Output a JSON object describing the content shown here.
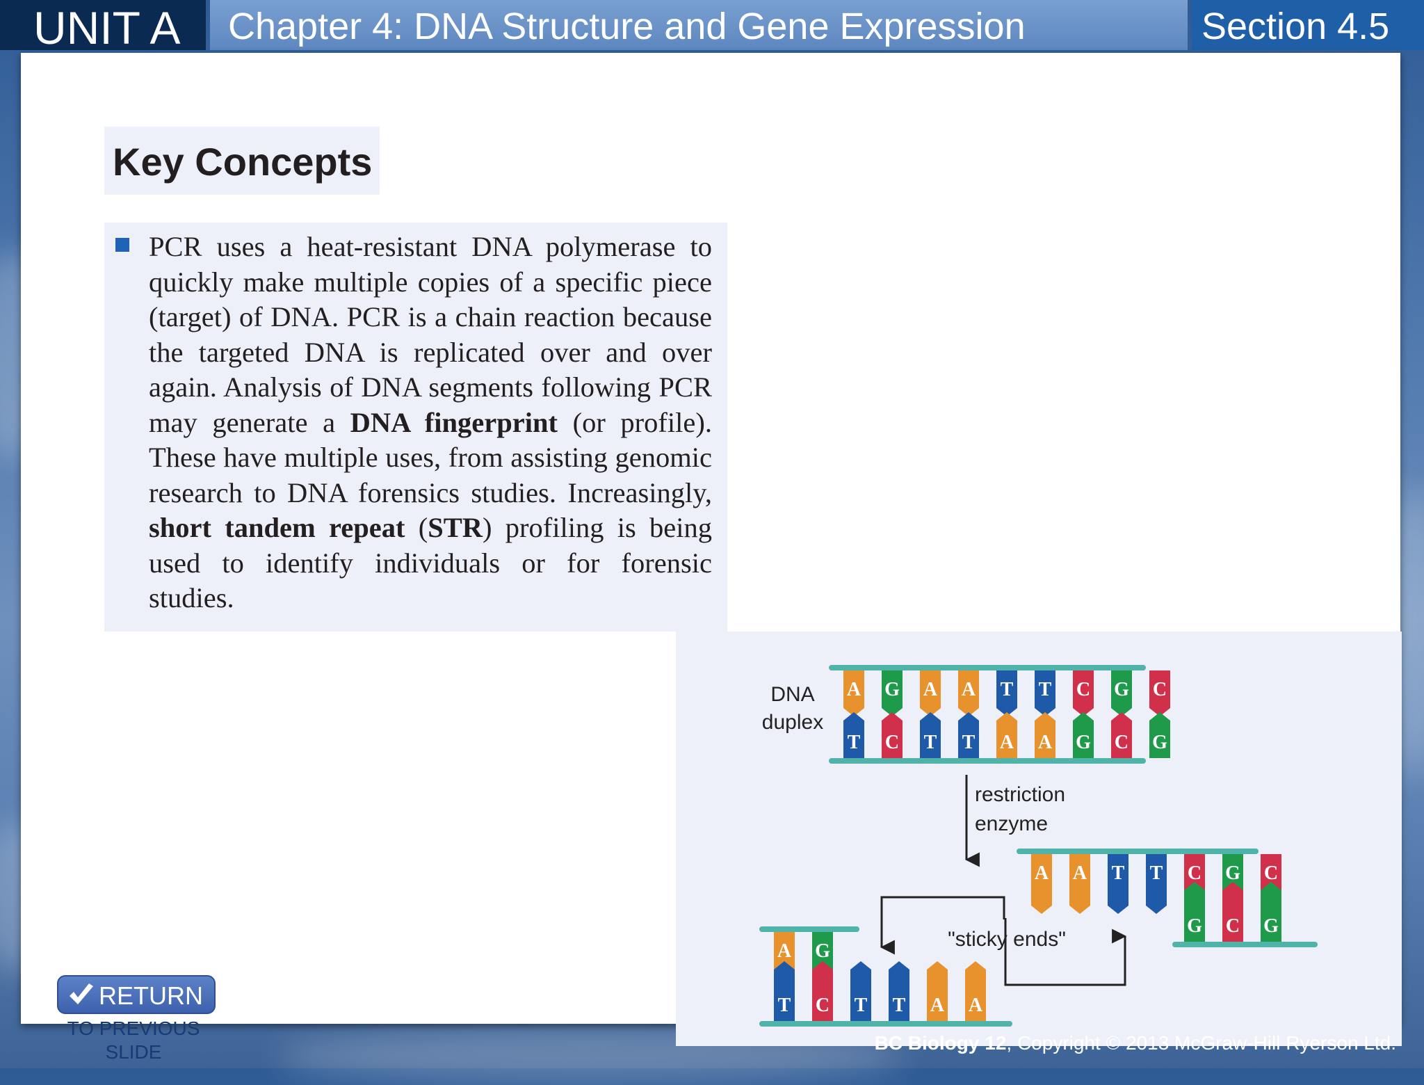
{
  "header": {
    "unit": "UNIT A",
    "chapter": "Chapter 4: DNA Structure and Gene Expression",
    "section": "Section 4.5"
  },
  "key_concepts": {
    "title": "Key Concepts",
    "paragraph": [
      {
        "text": "PCR uses a heat-resistant DNA polymerase to quickly make multiple copies of a specific piece (target) of DNA. PCR is a chain reaction because the targeted DNA is replicated over and over again. Analysis of DNA segments following PCR may generate a ",
        "bold": false
      },
      {
        "text": "DNA fingerprint",
        "bold": true
      },
      {
        "text": " (or profile). These have multiple uses, from assisting genomic research to DNA forensics studies. Increasingly, ",
        "bold": false
      },
      {
        "text": "short tandem repeat",
        "bold": true
      },
      {
        "text": " (",
        "bold": false
      },
      {
        "text": "STR",
        "bold": true
      },
      {
        "text": ") profiling is being used to identify individuals or for forensic studies.",
        "bold": false
      }
    ]
  },
  "figure": {
    "label_duplex_line1": "DNA",
    "label_duplex_line2": "duplex",
    "label_enzyme_line1": "restriction",
    "label_enzyme_line2": "enzyme",
    "label_sticky": "\"sticky ends\"",
    "duplex_top": [
      "A",
      "G",
      "A",
      "A",
      "T",
      "T",
      "C",
      "G",
      "C"
    ],
    "duplex_bottom": [
      "T",
      "C",
      "T",
      "T",
      "A",
      "A",
      "G",
      "C",
      "G"
    ],
    "right_fragment_top": [
      "A",
      "A",
      "T",
      "T",
      "C",
      "G",
      "C"
    ],
    "right_fragment_bottom": [
      "G",
      "C",
      "G"
    ],
    "left_fragment_top": [
      "A",
      "G"
    ],
    "left_fragment_bottom": [
      "T",
      "C",
      "T",
      "T",
      "A",
      "A"
    ],
    "base_colors": {
      "A": "#e8922e",
      "T": "#1f5aa8",
      "G": "#1f9a4a",
      "C": "#d0304a"
    },
    "backbone_color": "#4fb3a9"
  },
  "return_button": {
    "label": "RETURN",
    "sub_line1": "TO PREVIOUS",
    "sub_line2": "SLIDE"
  },
  "footer": {
    "title": "BC Biology 12",
    "copyright": ", Copyright © 2013 McGraw-Hill Ryerson Ltd."
  }
}
